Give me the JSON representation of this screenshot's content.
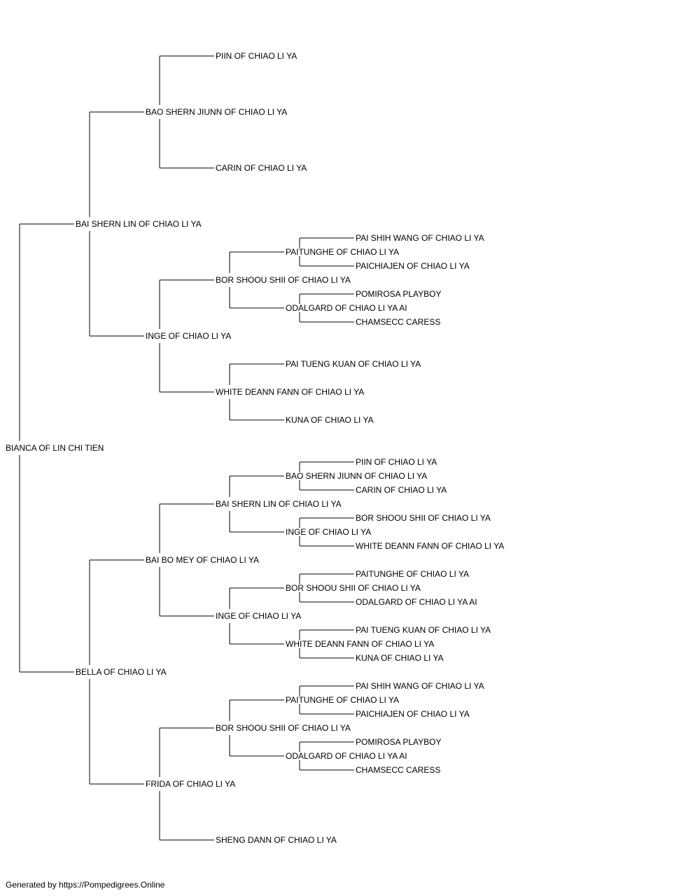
{
  "pedigree": {
    "name": "BIANCA OF LIN CHI TIEN",
    "sire": {
      "name": "BAI SHERN LIN OF CHIAO LI YA",
      "sire": {
        "name": "BAO SHERN JIUNN OF CHIAO LI YA",
        "sire": {
          "name": "PIIN OF CHIAO LI YA"
        },
        "dam": {
          "name": "CARIN OF CHIAO LI YA"
        }
      },
      "dam": {
        "name": "INGE OF CHIAO LI YA",
        "sire": {
          "name": "BOR SHOOU SHII OF CHIAO LI YA",
          "sire": {
            "name": "PAITUNGHE OF CHIAO LI YA",
            "sire": {
              "name": "PAI SHIH WANG OF CHIAO LI YA"
            },
            "dam": {
              "name": "PAICHIAJEN OF CHIAO LI YA"
            }
          },
          "dam": {
            "name": "ODALGARD OF CHIAO LI YA AI",
            "sire": {
              "name": "POMIROSA PLAYBOY"
            },
            "dam": {
              "name": "CHAMSECC CARESS"
            }
          }
        },
        "dam": {
          "name": "WHITE DEANN FANN OF CHIAO LI YA",
          "sire": {
            "name": "PAI TUENG KUAN OF CHIAO LI YA"
          },
          "dam": {
            "name": "KUNA OF CHIAO LI YA"
          }
        }
      }
    },
    "dam": {
      "name": "BELLA OF CHIAO LI YA",
      "sire": {
        "name": "BAI BO MEY OF CHIAO LI YA",
        "sire": {
          "name": "BAI SHERN LIN OF CHIAO LI YA",
          "sire": {
            "name": "BAO SHERN JIUNN OF CHIAO LI YA",
            "sire": {
              "name": "PIIN OF CHIAO LI YA"
            },
            "dam": {
              "name": "CARIN OF CHIAO LI YA"
            }
          },
          "dam": {
            "name": "INGE OF CHIAO LI YA",
            "sire": {
              "name": "BOR SHOOU SHII OF CHIAO LI YA"
            },
            "dam": {
              "name": "WHITE DEANN FANN OF CHIAO LI YA"
            }
          }
        },
        "dam": {
          "name": "INGE OF CHIAO LI YA",
          "sire": {
            "name": "BOR SHOOU SHII OF CHIAO LI YA",
            "sire": {
              "name": "PAITUNGHE OF CHIAO LI YA"
            },
            "dam": {
              "name": "ODALGARD OF CHIAO LI YA AI"
            }
          },
          "dam": {
            "name": "WHITE DEANN FANN OF CHIAO LI YA",
            "sire": {
              "name": "PAI TUENG KUAN OF CHIAO LI YA"
            },
            "dam": {
              "name": "KUNA OF CHIAO LI YA"
            }
          }
        }
      },
      "dam": {
        "name": "FRIDA OF CHIAO LI YA",
        "sire": {
          "name": "BOR SHOOU SHII OF CHIAO LI YA",
          "sire": {
            "name": "PAITUNGHE OF CHIAO LI YA",
            "sire": {
              "name": "PAI SHIH WANG OF CHIAO LI YA"
            },
            "dam": {
              "name": "PAICHIAJEN OF CHIAO LI YA"
            }
          },
          "dam": {
            "name": "ODALGARD OF CHIAO LI YA AI",
            "sire": {
              "name": "POMIROSA PLAYBOY"
            },
            "dam": {
              "name": "CHAMSECC CARESS"
            }
          }
        },
        "dam": {
          "name": "SHENG DANN OF CHIAO LI YA"
        }
      }
    }
  },
  "footer": "Generated by https://Pompedigrees.Online"
}
